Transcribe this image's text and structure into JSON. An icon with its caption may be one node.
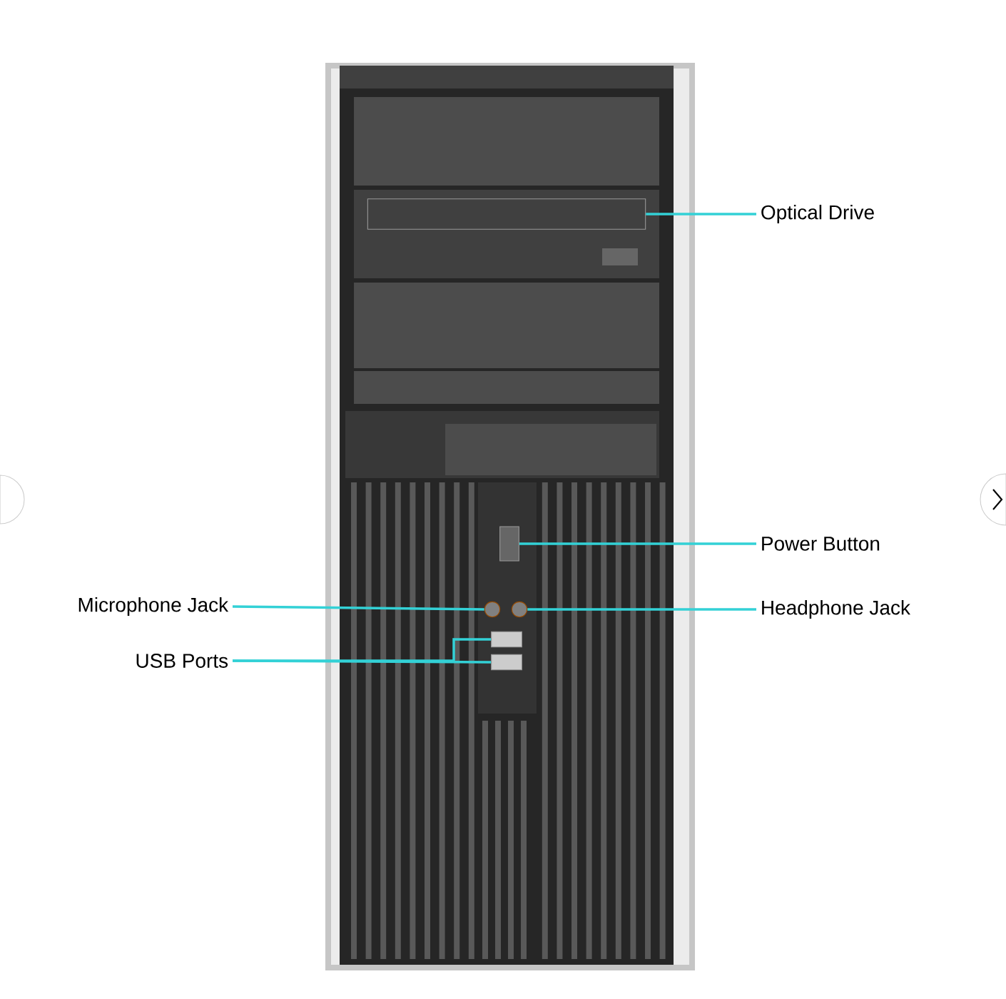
{
  "diagram": {
    "nodes": [
      {
        "text": [
          "Optical Drive"
        ]
      },
      {
        "text": [],
        "shape": "box"
      },
      {
        "text": [
          "Power Button"
        ]
      },
      {
        "text": [],
        "shape": "box"
      },
      {
        "text": [
          "Microphone Jack"
        ]
      },
      {
        "text": [],
        "shape": "circle"
      },
      {
        "text": [],
        "shape": "circle"
      },
      {
        "text": [
          "Headphone Jack"
        ]
      },
      {
        "text": [
          "USB Ports"
        ]
      },
      {
        "text": [],
        "shape": "box"
      },
      {
        "text": [],
        "shape": "box"
      }
    ],
    "edges": [
      {
        "from": 0,
        "to": 1,
        "arrow": "none",
        "color": "#33d1d6"
      },
      {
        "from": 2,
        "to": 3,
        "arrow": "none",
        "color": "#33d1d6"
      },
      {
        "from": 4,
        "to": 5,
        "arrow": "none",
        "color": "#33d1d6"
      },
      {
        "from": 7,
        "to": 6,
        "arrow": "none",
        "color": "#33d1d6"
      },
      {
        "from": 8,
        "to": 9,
        "arrow": "none",
        "color": "#33d1d6"
      },
      {
        "from": 8,
        "to": 10,
        "arrow": "none",
        "color": "#33d1d6"
      }
    ]
  }
}
